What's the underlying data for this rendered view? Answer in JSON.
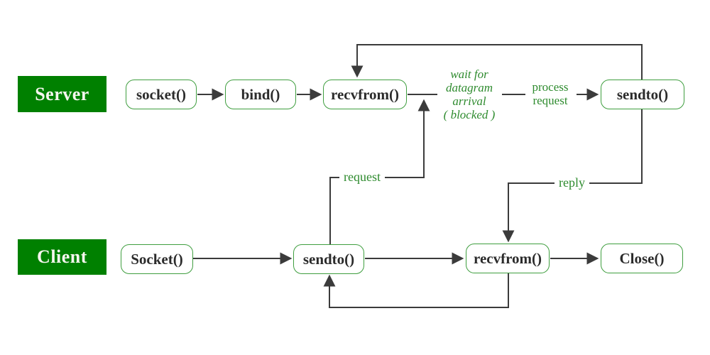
{
  "diagram": {
    "title": "UDP client-server socket flow diagram",
    "colors": {
      "role_label_bg": "#008000",
      "role_label_text": "#f7f6ef",
      "node_border": "#3f9e3f",
      "node_text": "#2b2b2b",
      "annotation_green": "#2e8b2e",
      "connector": "#3b3b3b",
      "background": "#ffffff"
    },
    "labels": {
      "server": "Server",
      "client": "Client"
    },
    "nodes": {
      "server_socket": "socket()",
      "server_bind": "bind()",
      "server_recvfrom": "recvfrom()",
      "server_sendto": "sendto()",
      "client_socket": "Socket()",
      "client_sendto": "sendto()",
      "client_recvfrom": "recvfrom()",
      "client_close": "Close()"
    },
    "annotations": {
      "wait": "wait for\ndatagram\narrival\n( blocked )",
      "process": "process\nrequest",
      "request": "request",
      "reply": "reply"
    }
  }
}
